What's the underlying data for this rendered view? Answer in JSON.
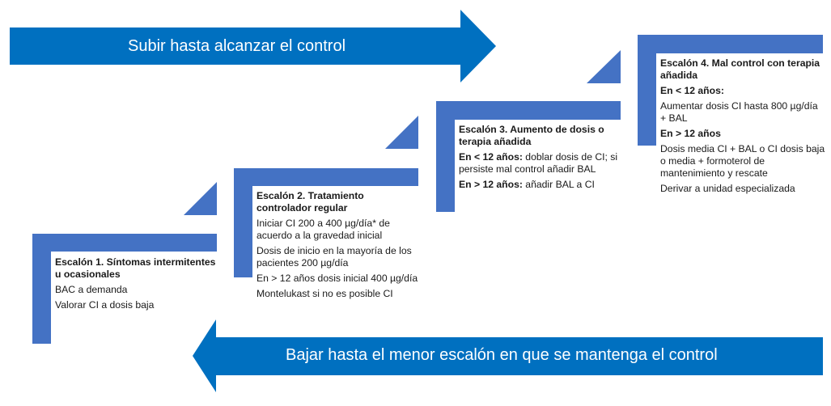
{
  "colors": {
    "arrow_blue": "#0070C0",
    "step_blue": "#4472C4",
    "text": "#1a1a1a",
    "arrow_text": "#ffffff"
  },
  "arrows": {
    "up": {
      "label": "Subir hasta alcanzar el control",
      "direction": "right"
    },
    "down": {
      "label": "Bajar hasta el menor escalón en que se mantenga el control",
      "direction": "left"
    }
  },
  "steps": [
    {
      "title": "Escalón 1. Síntomas intermitentes u ocasionales",
      "lines": [
        {
          "bold": "",
          "text": "BAC a demanda"
        },
        {
          "bold": "",
          "text": "Valorar CI a dosis baja"
        }
      ]
    },
    {
      "title": "Escalón 2. Tratamiento controlador regular",
      "lines": [
        {
          "bold": "",
          "text": "Iniciar CI 200 a 400 µg/día* de acuerdo a la gravedad inicial"
        },
        {
          "bold": "",
          "text": "Dosis de inicio en la mayoría de los pacientes 200 µg/día"
        },
        {
          "bold": "",
          "text": "En > 12 años dosis inicial 400 µg/día"
        },
        {
          "bold": "",
          "text": "Montelukast si no es posible CI"
        }
      ]
    },
    {
      "title": "Escalón 3. Aumento de dosis o terapia añadida",
      "lines": [
        {
          "bold": "En < 12 años:",
          "text": " doblar dosis de CI; si persiste mal control añadir BAL"
        },
        {
          "bold": "En > 12 años:",
          "text": " añadir BAL a CI"
        }
      ]
    },
    {
      "title": "Escalón 4. Mal control con terapia añadida",
      "lines": [
        {
          "bold": "En < 12 años:",
          "text": ""
        },
        {
          "bold": "",
          "text": "Aumentar dosis CI hasta 800 µg/día + BAL"
        },
        {
          "bold": "En > 12 años",
          "text": ""
        },
        {
          "bold": "",
          "text": "Dosis media CI + BAL o CI dosis baja o media + formoterol de mantenimiento y rescate"
        },
        {
          "bold": "",
          "text": "Derivar a unidad especializada"
        }
      ]
    }
  ]
}
